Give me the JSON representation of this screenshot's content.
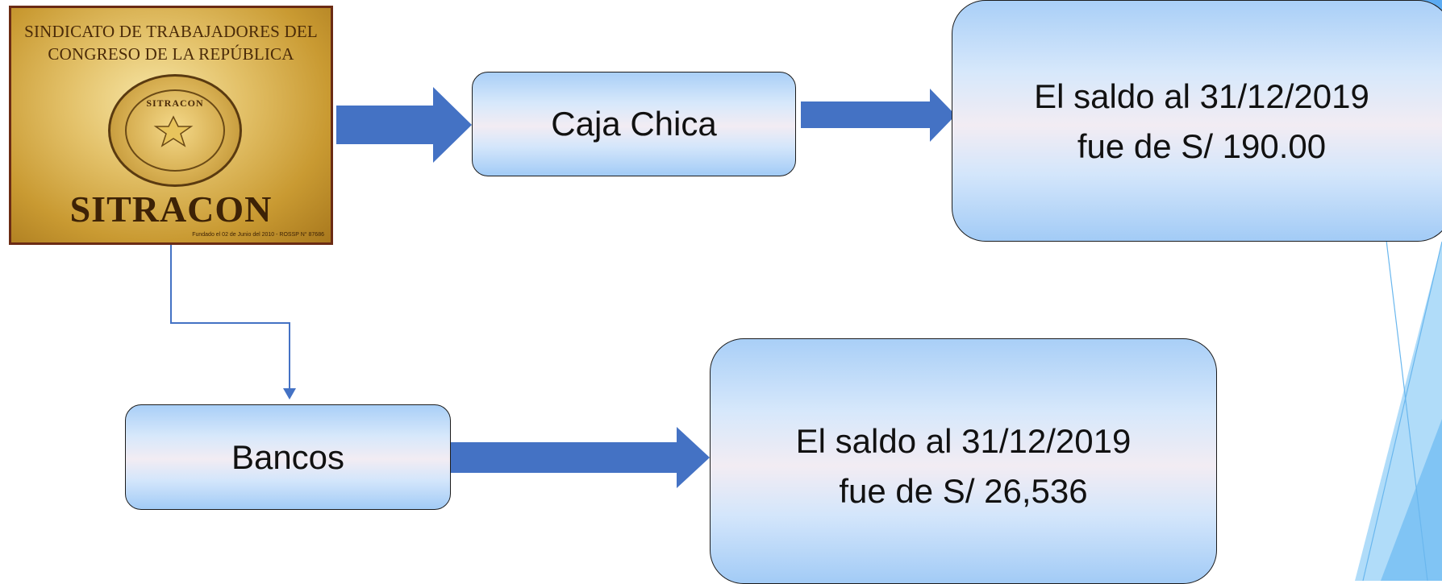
{
  "logo": {
    "line1": "SINDICATO DE TRABAJADORES DEL",
    "line2": "CONGRESO DE LA REPÚBLICA",
    "seal_text": "SITRACON",
    "brand": "SITRACON",
    "footer": "Fundado el 02 de Junio del 2010 - ROSSP N° 87686"
  },
  "nodes": {
    "caja_chica": {
      "label": "Caja Chica"
    },
    "bancos": {
      "label": "Bancos"
    },
    "saldo_caja": {
      "line1": "El saldo al 31/12/2019",
      "line2": "fue de S/ 190.00"
    },
    "saldo_bancos": {
      "line1": "El saldo al 31/12/2019",
      "line2": "fue de S/ 26,536"
    }
  },
  "colors": {
    "arrow": "#4472c4",
    "connector": "#4472c4",
    "box_border": "#1c1c1c",
    "accent_panel": "#5aaaf0"
  }
}
